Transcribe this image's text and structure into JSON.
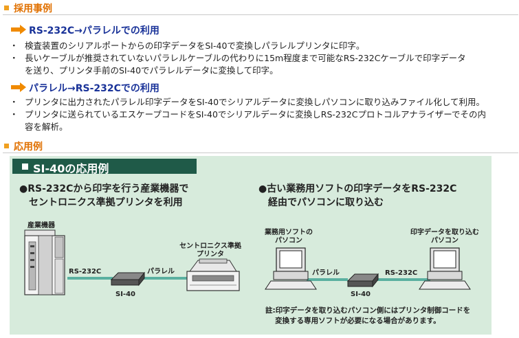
{
  "sections": {
    "adoption": {
      "title": "採用事例",
      "sub1": {
        "title": "RS-232C→パラレルでの利用",
        "bullets": [
          "検査装置のシリアルポートからの印字データをSI-40で変換しパラレルプリンタに印字。",
          "長いケーブルが推奨されていないパラレルケーブルの代わりに15m程度まで可能なRS-232Cケーブルで印字データ",
          "を送り、プリンタ手前のSI-40でパラレルデータに変換して印字。"
        ]
      },
      "sub2": {
        "title": "パラレル→RS-232Cでの利用",
        "bullets": [
          "プリンタに出力されたパラレル印字データをSI-40でシリアルデータに変換しパソコンに取り込みファイル化して利用。",
          "プリンタに送られているエスケープコードをSI-40でシリアルデータに変換しRS-232Cプロトコルアナライザーでその内",
          "容を解析。"
        ]
      }
    },
    "application": {
      "title": "応用例"
    }
  },
  "diagram": {
    "banner": "SI-40の応用例",
    "left": {
      "heading_line1": "●RS-232Cから印字を行う産業機器で",
      "heading_line2": "　セントロニクス準拠プリンタを利用",
      "machine_label": "産業機器",
      "printer_label_line1": "セントロニクス準拠",
      "printer_label_line2": "プリンタ",
      "rs232c_label": "RS-232C",
      "parallel_label": "パラレル",
      "device_label": "SI-40"
    },
    "right": {
      "heading_line1": "●古い業務用ソフトの印字データをRS-232C",
      "heading_line2": "　経由でパソコンに取り込む",
      "pc1_label_line1": "業務用ソフトの",
      "pc1_label_line2": "パソコン",
      "pc2_label_line1": "印字データを取り込む",
      "pc2_label_line2": "パソコン",
      "parallel_label": "パラレル",
      "rs232c_label": "RS-232C",
      "device_label": "SI-40",
      "note_line1": "註:印字データを取り込むパソコン側にはプリンタ制御コードを",
      "note_line2": "　 変換する専用ソフトが必要になる場合があります。"
    }
  },
  "colors": {
    "section_accent": "#e07000",
    "sub_title": "#1a3399",
    "arrow": "#f08a00",
    "panel_bg": "#d7ebdc",
    "banner_bg": "#1f5a48",
    "cable": "#5ab0a0"
  },
  "icons": {
    "section_marker": "orange-square-icon",
    "sub_marker": "orange-arrow-icon"
  }
}
